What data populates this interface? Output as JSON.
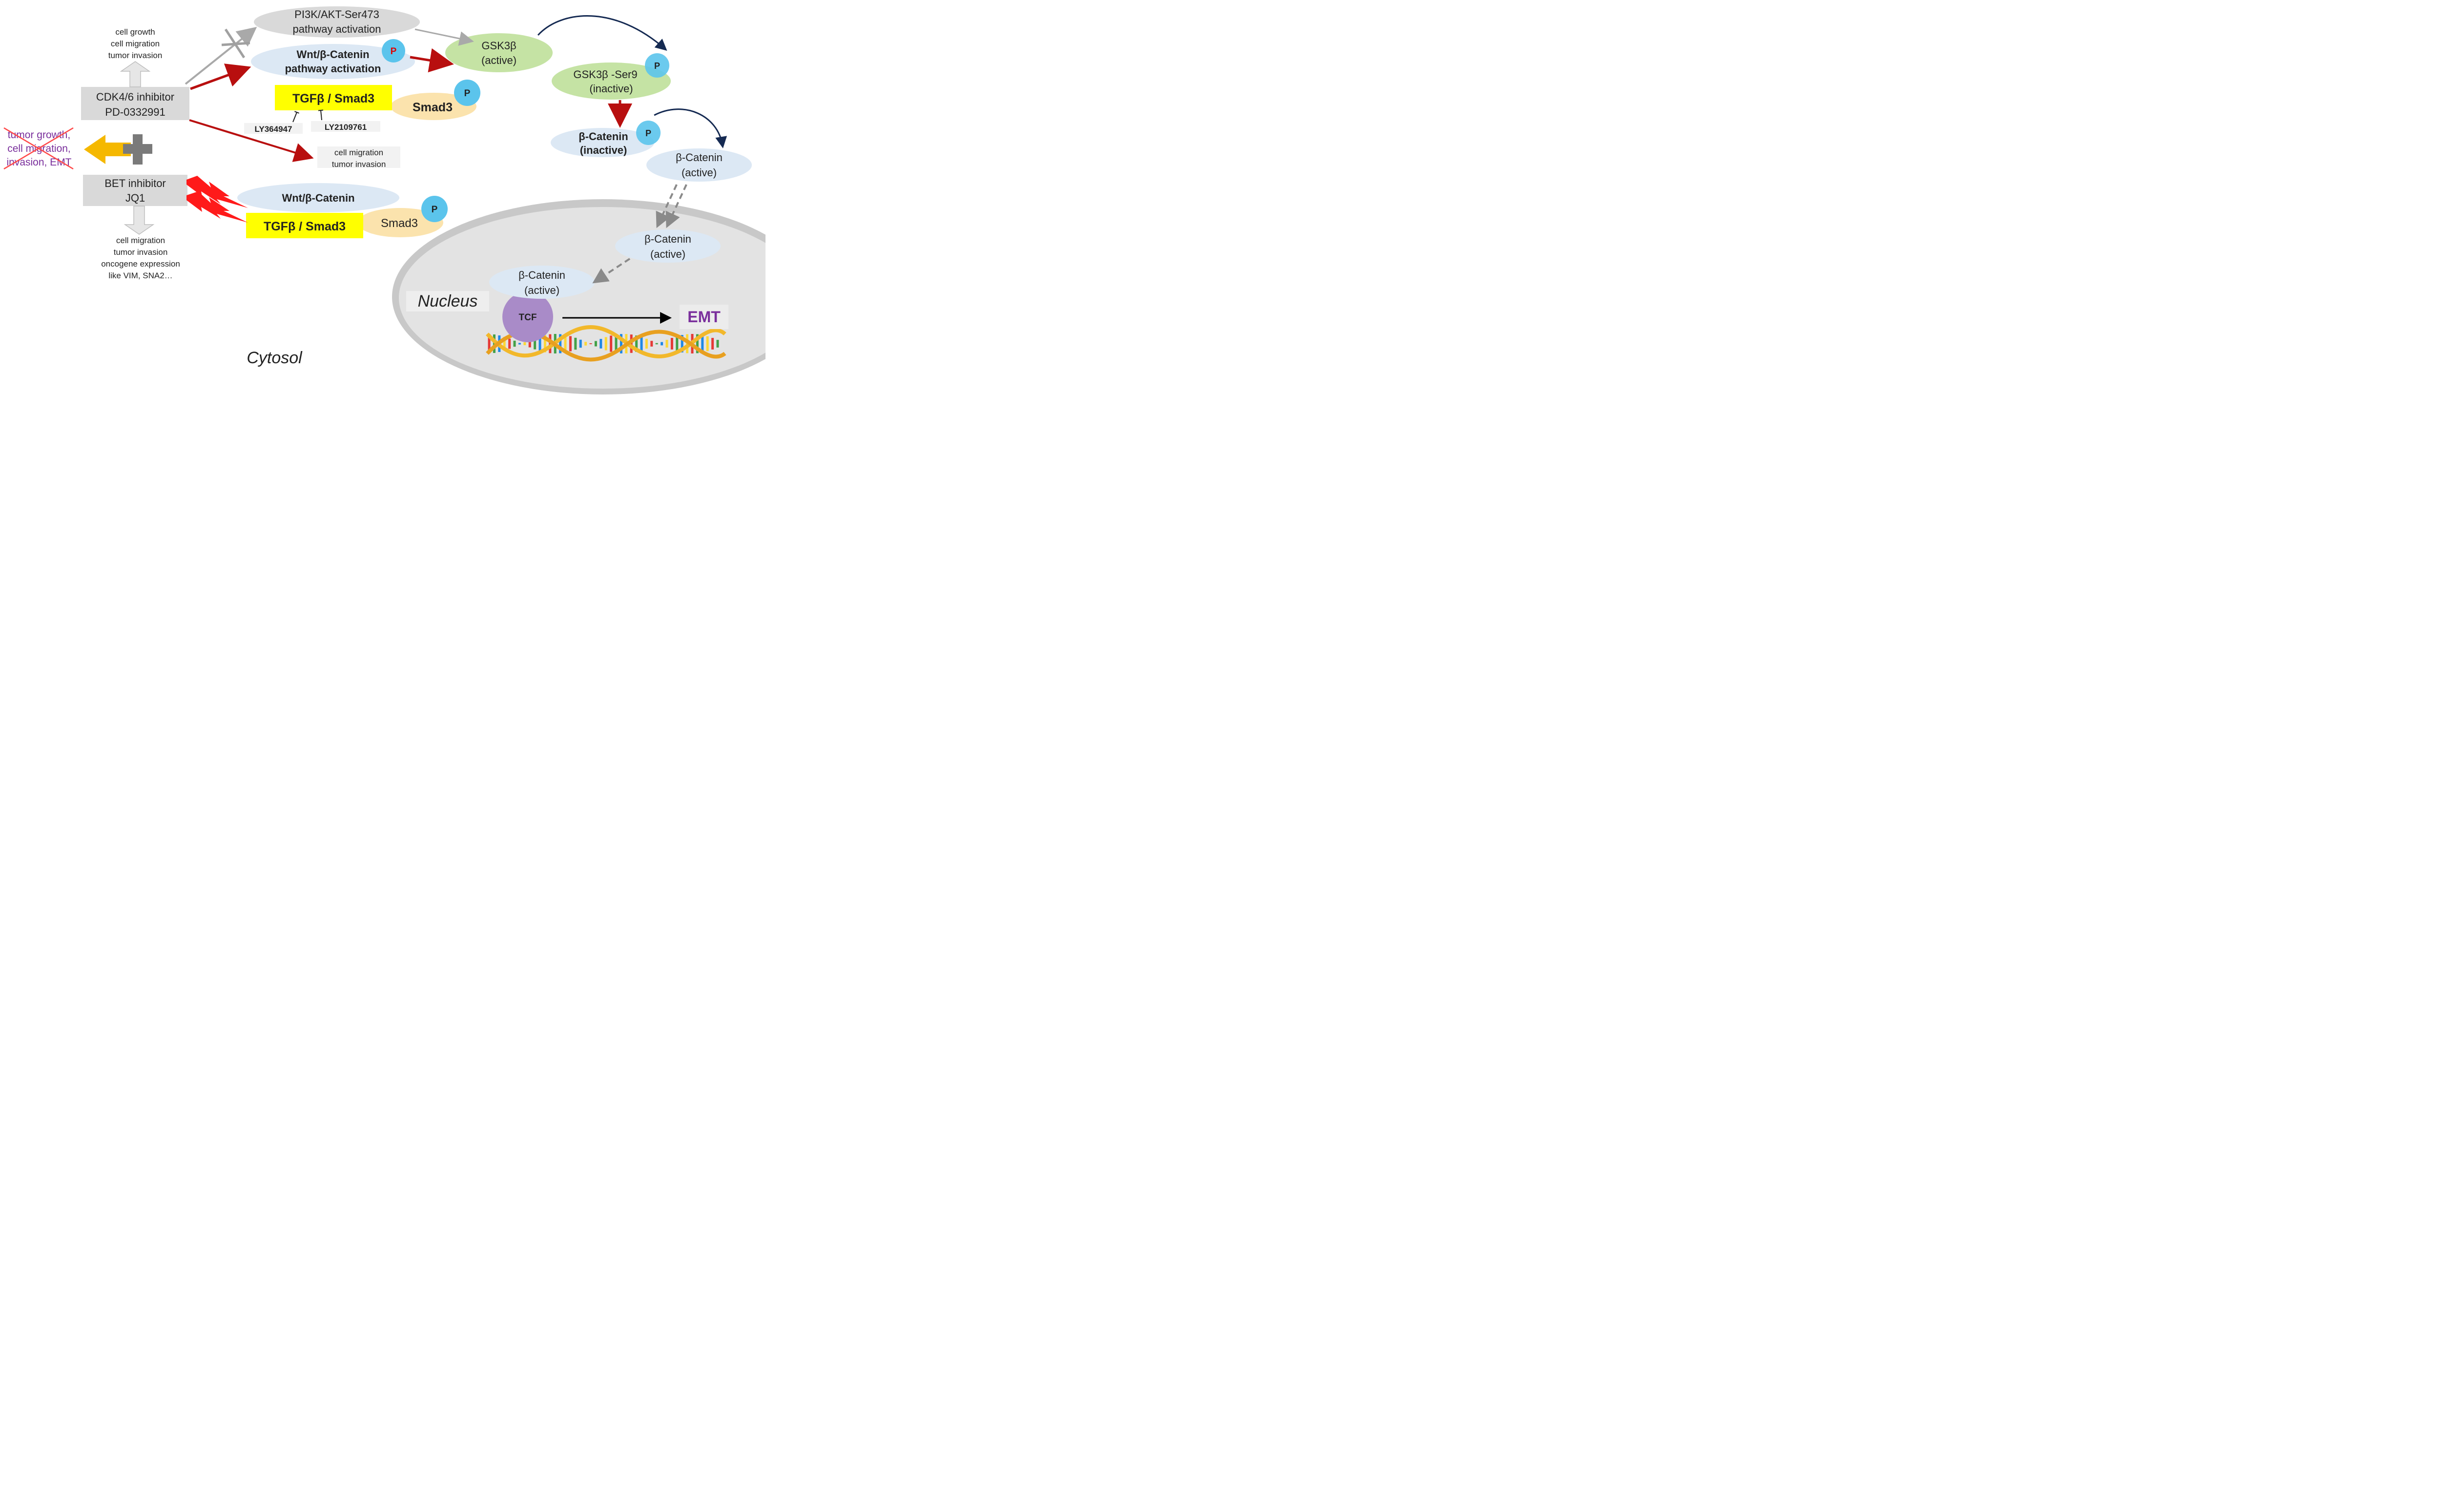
{
  "labels": {
    "pi3k_1": "PI3K/AKT-Ser473",
    "pi3k_2": "pathway activation",
    "wnt_act_1": "Wnt/β-Catenin",
    "wnt_act_2": "pathway activation",
    "gsk_1": "GSK3β",
    "gsk_2": "(active)",
    "gsk_inact_1": "GSK3β -Ser9",
    "gsk_inact_2": "(inactive)",
    "bcat_inact_1": "β-Catenin",
    "bcat_inact_2": "(inactive)",
    "bcat_act_1": "β-Catenin",
    "bcat_act_2": "(active)",
    "tgfb_top": "TGFβ / Smad3",
    "smad3_top": "Smad3",
    "ly1": "LY364947",
    "ly2": "LY2109761",
    "cdk_1": "CDK4/6 inhibitor",
    "cdk_2": "PD-0332991",
    "bet_1": "BET inhibitor",
    "bet_2": "JQ1",
    "cdk_effects": [
      "cell growth",
      "cell migration",
      "tumor invasion"
    ],
    "cdk_lower_effects": [
      "cell migration",
      "tumor invasion"
    ],
    "bet_effects": [
      "cell migration",
      "tumor invasion",
      "oncogene expression",
      "like VIM, SNA2…"
    ],
    "crossed_effects": [
      "tumor growth,",
      "cell migration,",
      "invasion, EMT"
    ],
    "wnt_bottom": "Wnt/β-Catenin",
    "tgfb_bottom": "TGFβ / Smad3",
    "smad3_bottom": "Smad3",
    "phospho": "P",
    "nucleus": "Nucleus",
    "cytosol": "Cytosol",
    "tcf": "TCF",
    "emt": "EMT"
  },
  "colors": {
    "red_arrow": "#b80f0f",
    "gray_arrow": "#a9a9a9",
    "yellow_box": "#ffff00",
    "green_ellipse": "#c5e3a4",
    "blue_ellipse": "#dce8f4",
    "smad_ellipse": "#fbe3ad",
    "phospho_circle": "#5bc4ec",
    "tcf_circle": "#a98bc8",
    "emt_text": "#7a2f9c",
    "nucleus_fill": "#e3e3e3",
    "nucleus_ring": "#c8c8c8",
    "yellow_arrow": "#f5b800"
  }
}
